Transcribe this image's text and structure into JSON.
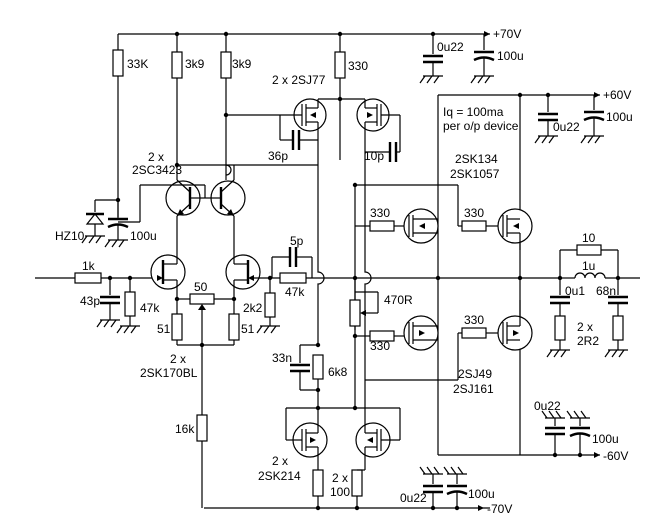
{
  "rails": {
    "pos70": "+70V",
    "pos60": "+60V",
    "neg60": "-60V",
    "neg70": "-70V"
  },
  "labels": {
    "r33k": "33K",
    "r3k9a": "3k9",
    "r3k9b": "3k9",
    "r330top": "330",
    "sj77": "2 x 2SJ77",
    "c0u22top": "0u22",
    "c100utop": "100u",
    "c0u22b": "0u22",
    "c100ub": "100u",
    "iq1": "Iq = 100ma",
    "iq2": "per o/p device",
    "c36p": "36p",
    "c10p": "10p",
    "q2sc_1": "2 x",
    "q2sc_2": "2SC3423",
    "sk134": "2SK134",
    "sk1057": "2SK1057",
    "hz10": "HZ10",
    "c100uz": "100u",
    "r330g1": "330",
    "r330g2": "330",
    "r330g3": "330",
    "r330g4": "330",
    "c5p": "5p",
    "r10": "10",
    "l1u": "1u",
    "r1k": "1k",
    "c43p": "43p",
    "r47ka": "47k",
    "r50": "50",
    "r2k2": "2k2",
    "r47kb": "47k",
    "r470": "470R",
    "c0u1": "0u1",
    "c68n": "68n",
    "r51a": "51",
    "r51b": "51",
    "r2x": "2 x",
    "r2r2": "2R2",
    "jfet1": "2 x",
    "jfet2": "2SK170BL",
    "c33n": "33n",
    "r6k8": "6k8",
    "sj49": "2SJ49",
    "sj161": "2SJ161",
    "c0u22c": "0u22",
    "c100uc": "100u",
    "r16k": "16k",
    "sk214a": "2 x",
    "sk214b": "2SK214",
    "r100a": "2 x",
    "r100b": "100",
    "c0u22d": "0u22",
    "c100ud": "100u"
  }
}
